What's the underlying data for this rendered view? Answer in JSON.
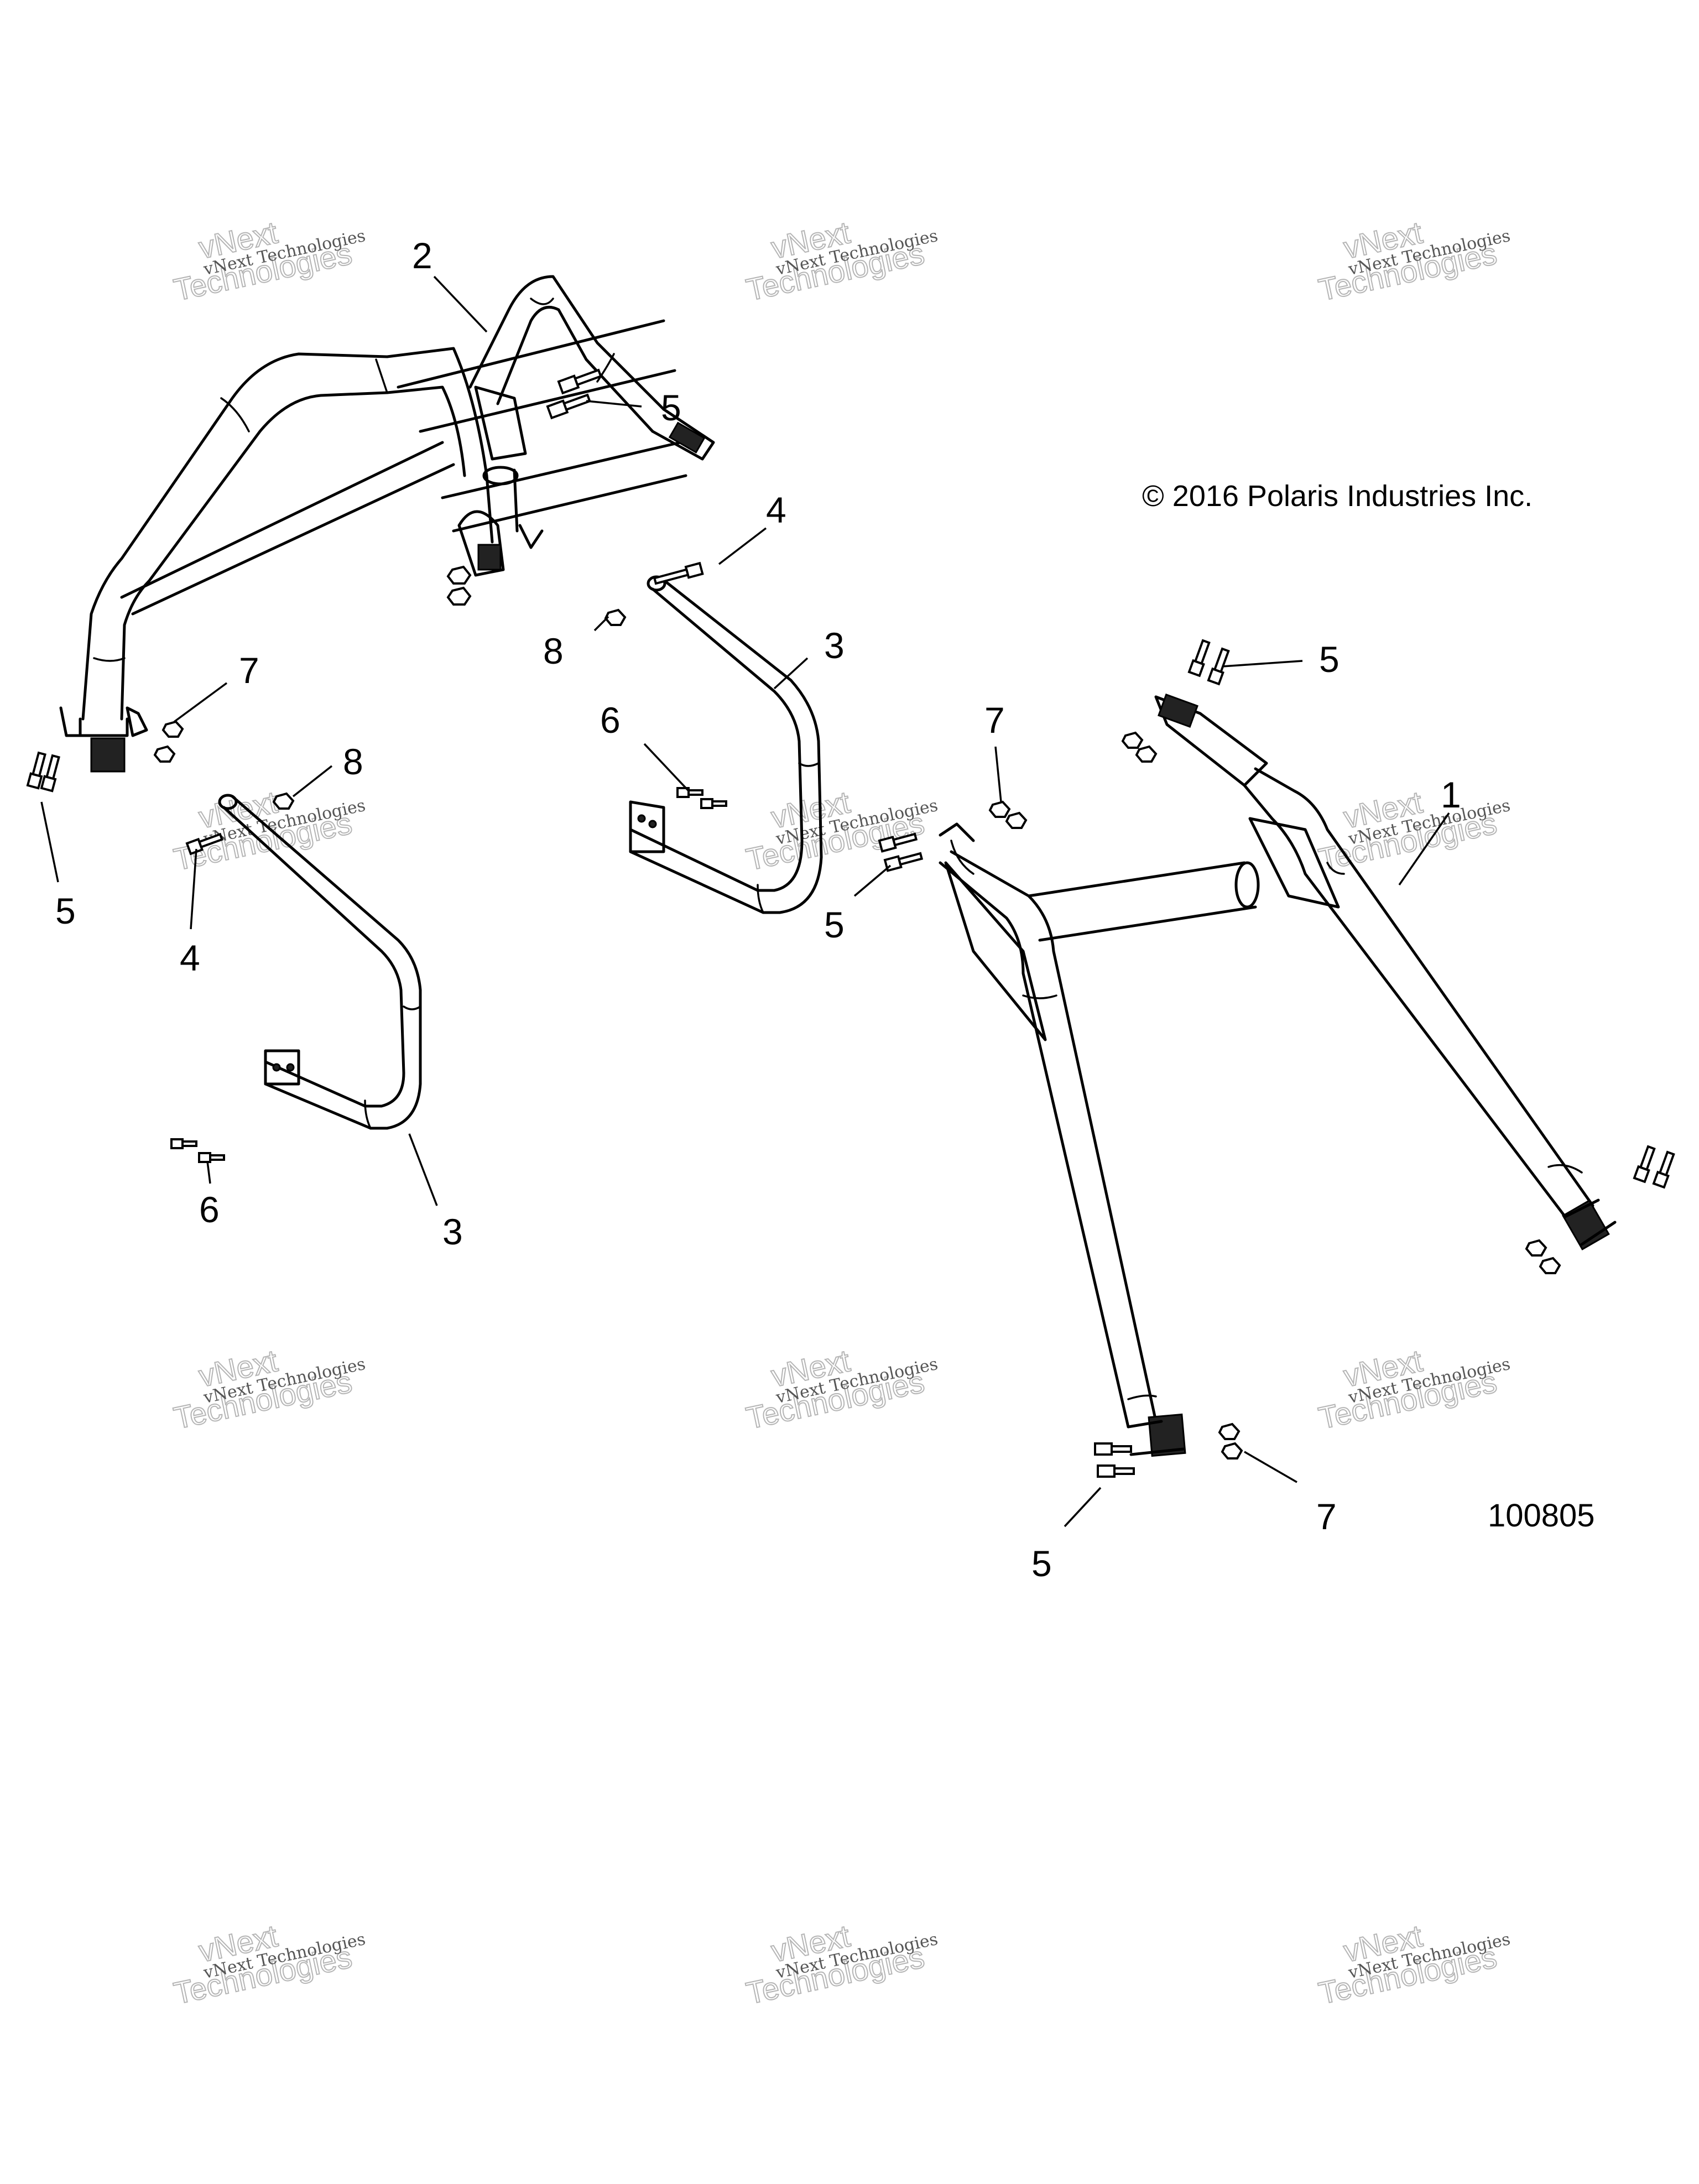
{
  "copyright": "© 2016 Polaris Industries Inc.",
  "figure_number": "100805",
  "watermark": {
    "line1": "vNext Technologies",
    "big_top": "vNext",
    "big_bottom": "Technologies"
  },
  "callouts": {
    "c1": "1",
    "c2": "2",
    "c3a": "3",
    "c3b": "3",
    "c4a": "4",
    "c4b": "4",
    "c5a": "5",
    "c5b": "5",
    "c5c": "5",
    "c5d": "5",
    "c5e": "5",
    "c6a": "6",
    "c6b": "6",
    "c7a": "7",
    "c7b": "7",
    "c7c": "7",
    "c8a": "8",
    "c8b": "8"
  }
}
